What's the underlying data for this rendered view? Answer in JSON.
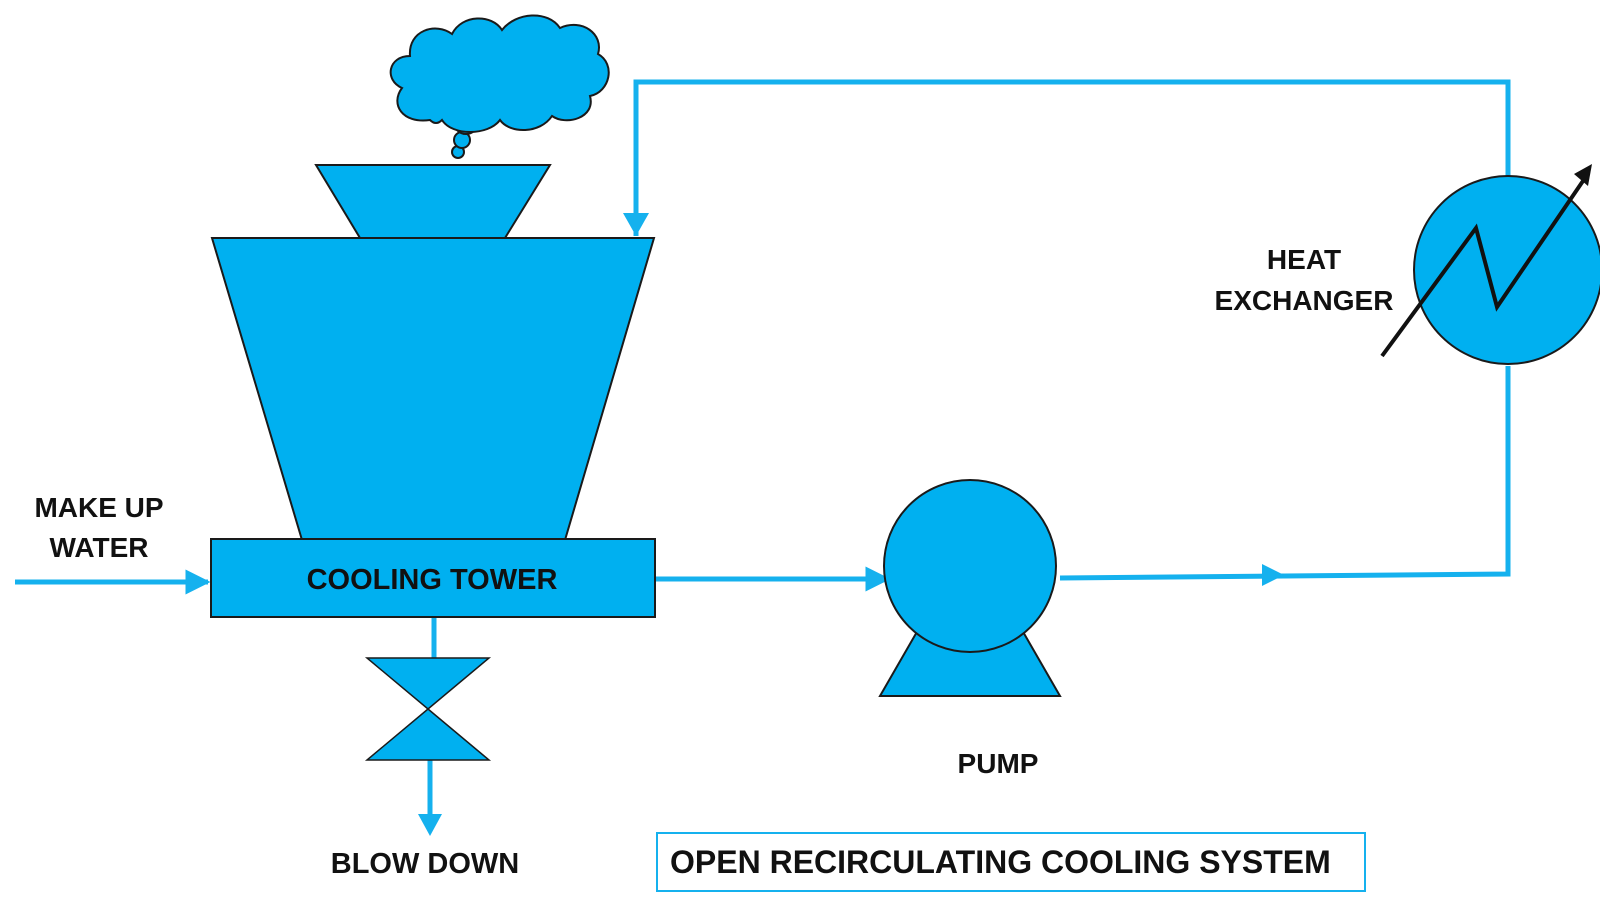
{
  "labels": {
    "make_up_line1": "MAKE UP",
    "make_up_line2": "WATER",
    "cooling_tower": "COOLING TOWER",
    "blow_down": "BLOW DOWN",
    "pump": "PUMP",
    "heat_exchanger_line1": "HEAT",
    "heat_exchanger_line2": "EXCHANGER",
    "title": "OPEN RECIRCULATING COOLING SYSTEM"
  },
  "colors": {
    "equipment_fill": "#00B0F0",
    "pipe": "#15B1EE",
    "outline": "#1a1a1a",
    "text": "#111111"
  }
}
